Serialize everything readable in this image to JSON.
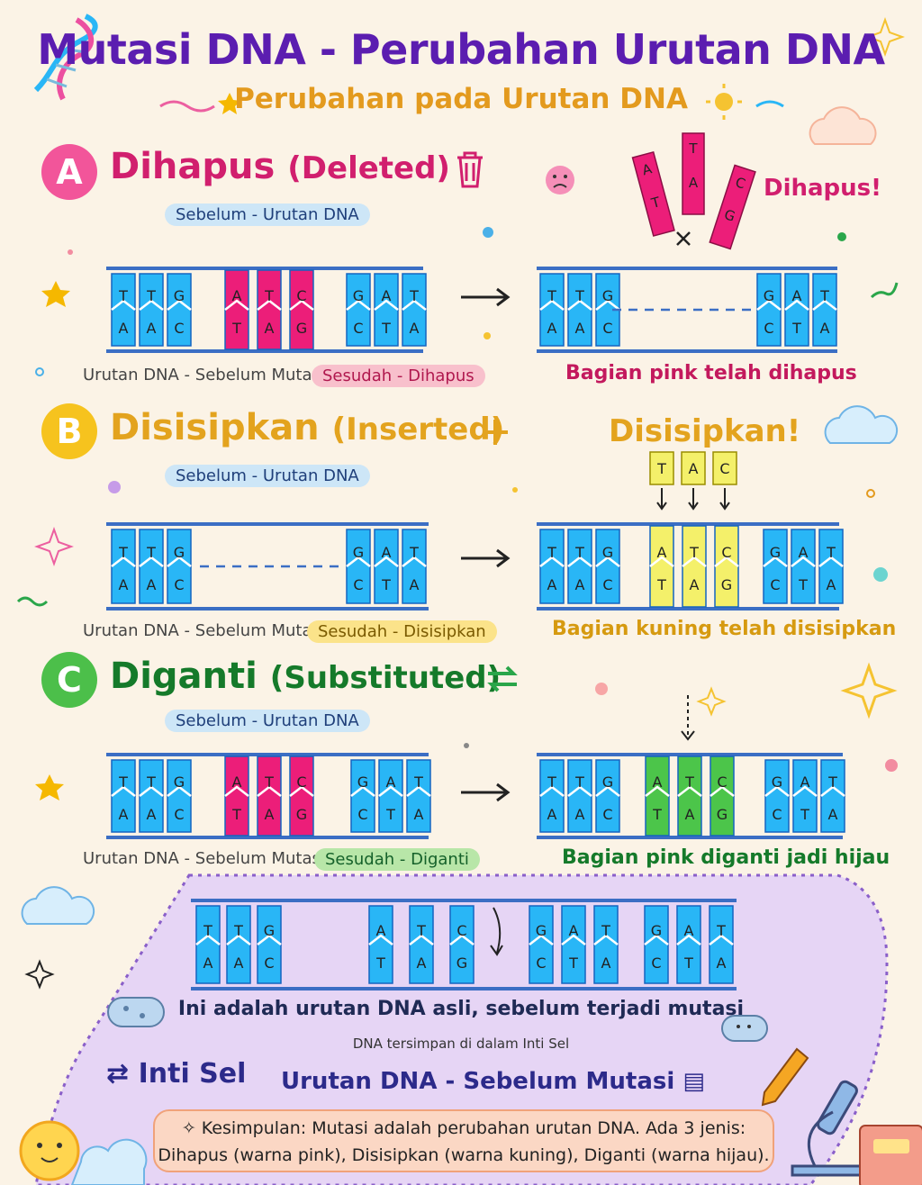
{
  "header": {
    "title": "Mutasi DNA - Perubahan Urutan DNA",
    "subtitle": "Perubahan pada Urutan DNA"
  },
  "colors": {
    "strand": "#29b6f6",
    "strand_border": "#1565c0",
    "backbone": "#3b6ec4",
    "pink": "#ec1e79",
    "yellow": "#f4f06a",
    "green": "#4cc54a",
    "title": "#5b1db0",
    "subtitle": "#e39a1e"
  },
  "sections": {
    "a": {
      "letter": "A",
      "title": "Dihapus",
      "paren": "(Deleted)",
      "before_pill": "Sebelum - Urutan DNA",
      "caption": "Urutan DNA - Sebelum Mutasi",
      "after_pill": "Sesudah - Dihapus",
      "result": "Bagian pink telah dihapus",
      "callout": "Dihapus!"
    },
    "b": {
      "letter": "B",
      "title": "Disisipkan",
      "paren": "(Inserted)",
      "before_pill": "Sebelum - Urutan DNA",
      "caption": "Urutan DNA - Sebelum Mutasi",
      "after_pill": "Sesudah - Disisipkan",
      "result": "Bagian kuning telah disisipkan",
      "callout": "Disisipkan!"
    },
    "c": {
      "letter": "C",
      "title": "Diganti",
      "paren": "(Substituted)",
      "before_pill": "Sebelum - Urutan DNA",
      "caption": "Urutan DNA - Sebelum Mutasi",
      "after_pill": "Sesudah - Diganti",
      "result": "Bagian pink diganti jadi hijau"
    }
  },
  "cell": {
    "text1": "Ini adalah urutan DNA asli, sebelum terjadi mutasi",
    "text2": "DNA tersimpan di dalam Inti Sel",
    "nucleus": "Inti Sel",
    "heading": "Urutan DNA - Sebelum Mutasi"
  },
  "conclusion": {
    "line1": "Kesimpulan: Mutasi adalah perubahan urutan DNA. Ada 3 jenis:",
    "line2": "Dihapus (warna pink), Disisipkan (warna kuning), Diganti (warna hijau)."
  },
  "bases": {
    "t": "T",
    "g": "G",
    "a": "A",
    "c": "C"
  },
  "icons": [
    "dna-icon",
    "trash-icon",
    "plus-icon",
    "swap-icon",
    "book-icon",
    "pencil-icon",
    "microscope-icon",
    "sparkle-icon",
    "cloud-icon",
    "sun-icon",
    "sad-face-icon",
    "bacteria-icon"
  ]
}
